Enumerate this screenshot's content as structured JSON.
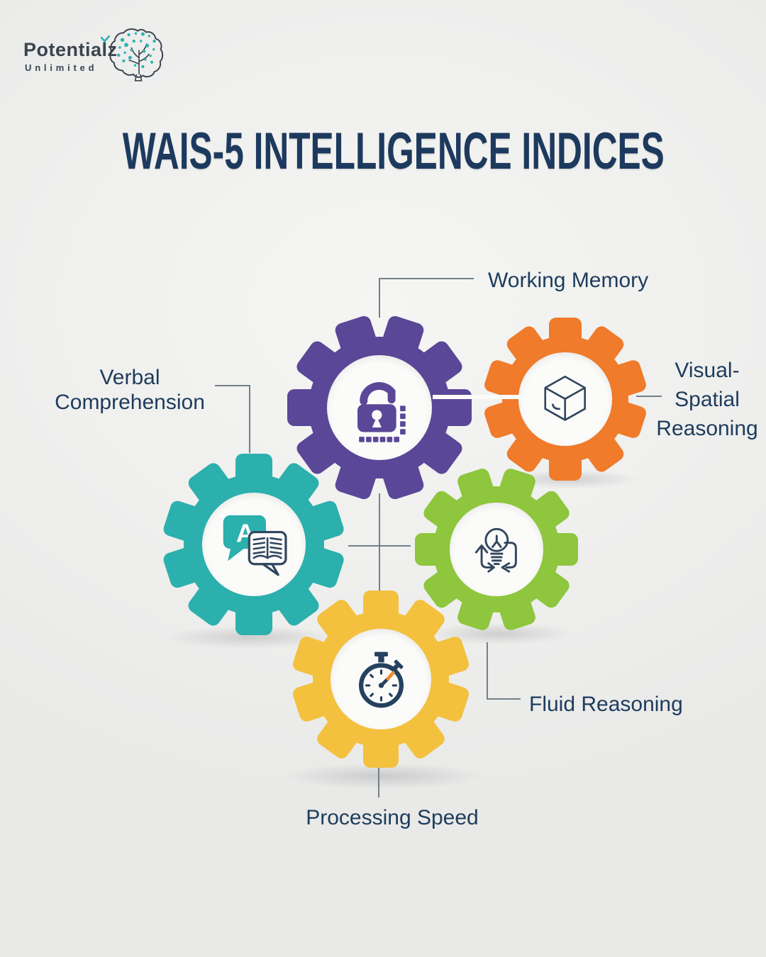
{
  "logo": {
    "brand": "Potentialz",
    "tagline": "Unlimited",
    "brand_color": "#3a4450",
    "accent_color": "#2bb3b1"
  },
  "title": "WAIS-5 INTELLIGENCE INDICES",
  "title_color": "#1d3a5e",
  "background_color": "#efefee",
  "connector_color": "#72808c",
  "indices": [
    {
      "name": "Working Memory",
      "lines": [
        "Working Memory"
      ],
      "color": "#5a4797",
      "icon": "padlock-memory-icon"
    },
    {
      "name": "Visual-Spatial Reasoning",
      "lines": [
        "Visual-",
        "Spatial",
        "Reasoning"
      ],
      "color": "#ef7b2b",
      "icon": "wireframe-cube-icon"
    },
    {
      "name": "Verbal Comprehension",
      "lines": [
        "Verbal",
        "Comprehension"
      ],
      "color": "#2bb0ad",
      "icon": "speech-bubble-book-icon"
    },
    {
      "name": "Fluid Reasoning",
      "lines": [
        "Fluid Reasoning"
      ],
      "color": "#8ec63d",
      "icon": "lightbulb-cycle-icon"
    },
    {
      "name": "Processing Speed",
      "lines": [
        "Processing Speed"
      ],
      "color": "#f3c13e",
      "icon": "stopwatch-icon"
    }
  ]
}
